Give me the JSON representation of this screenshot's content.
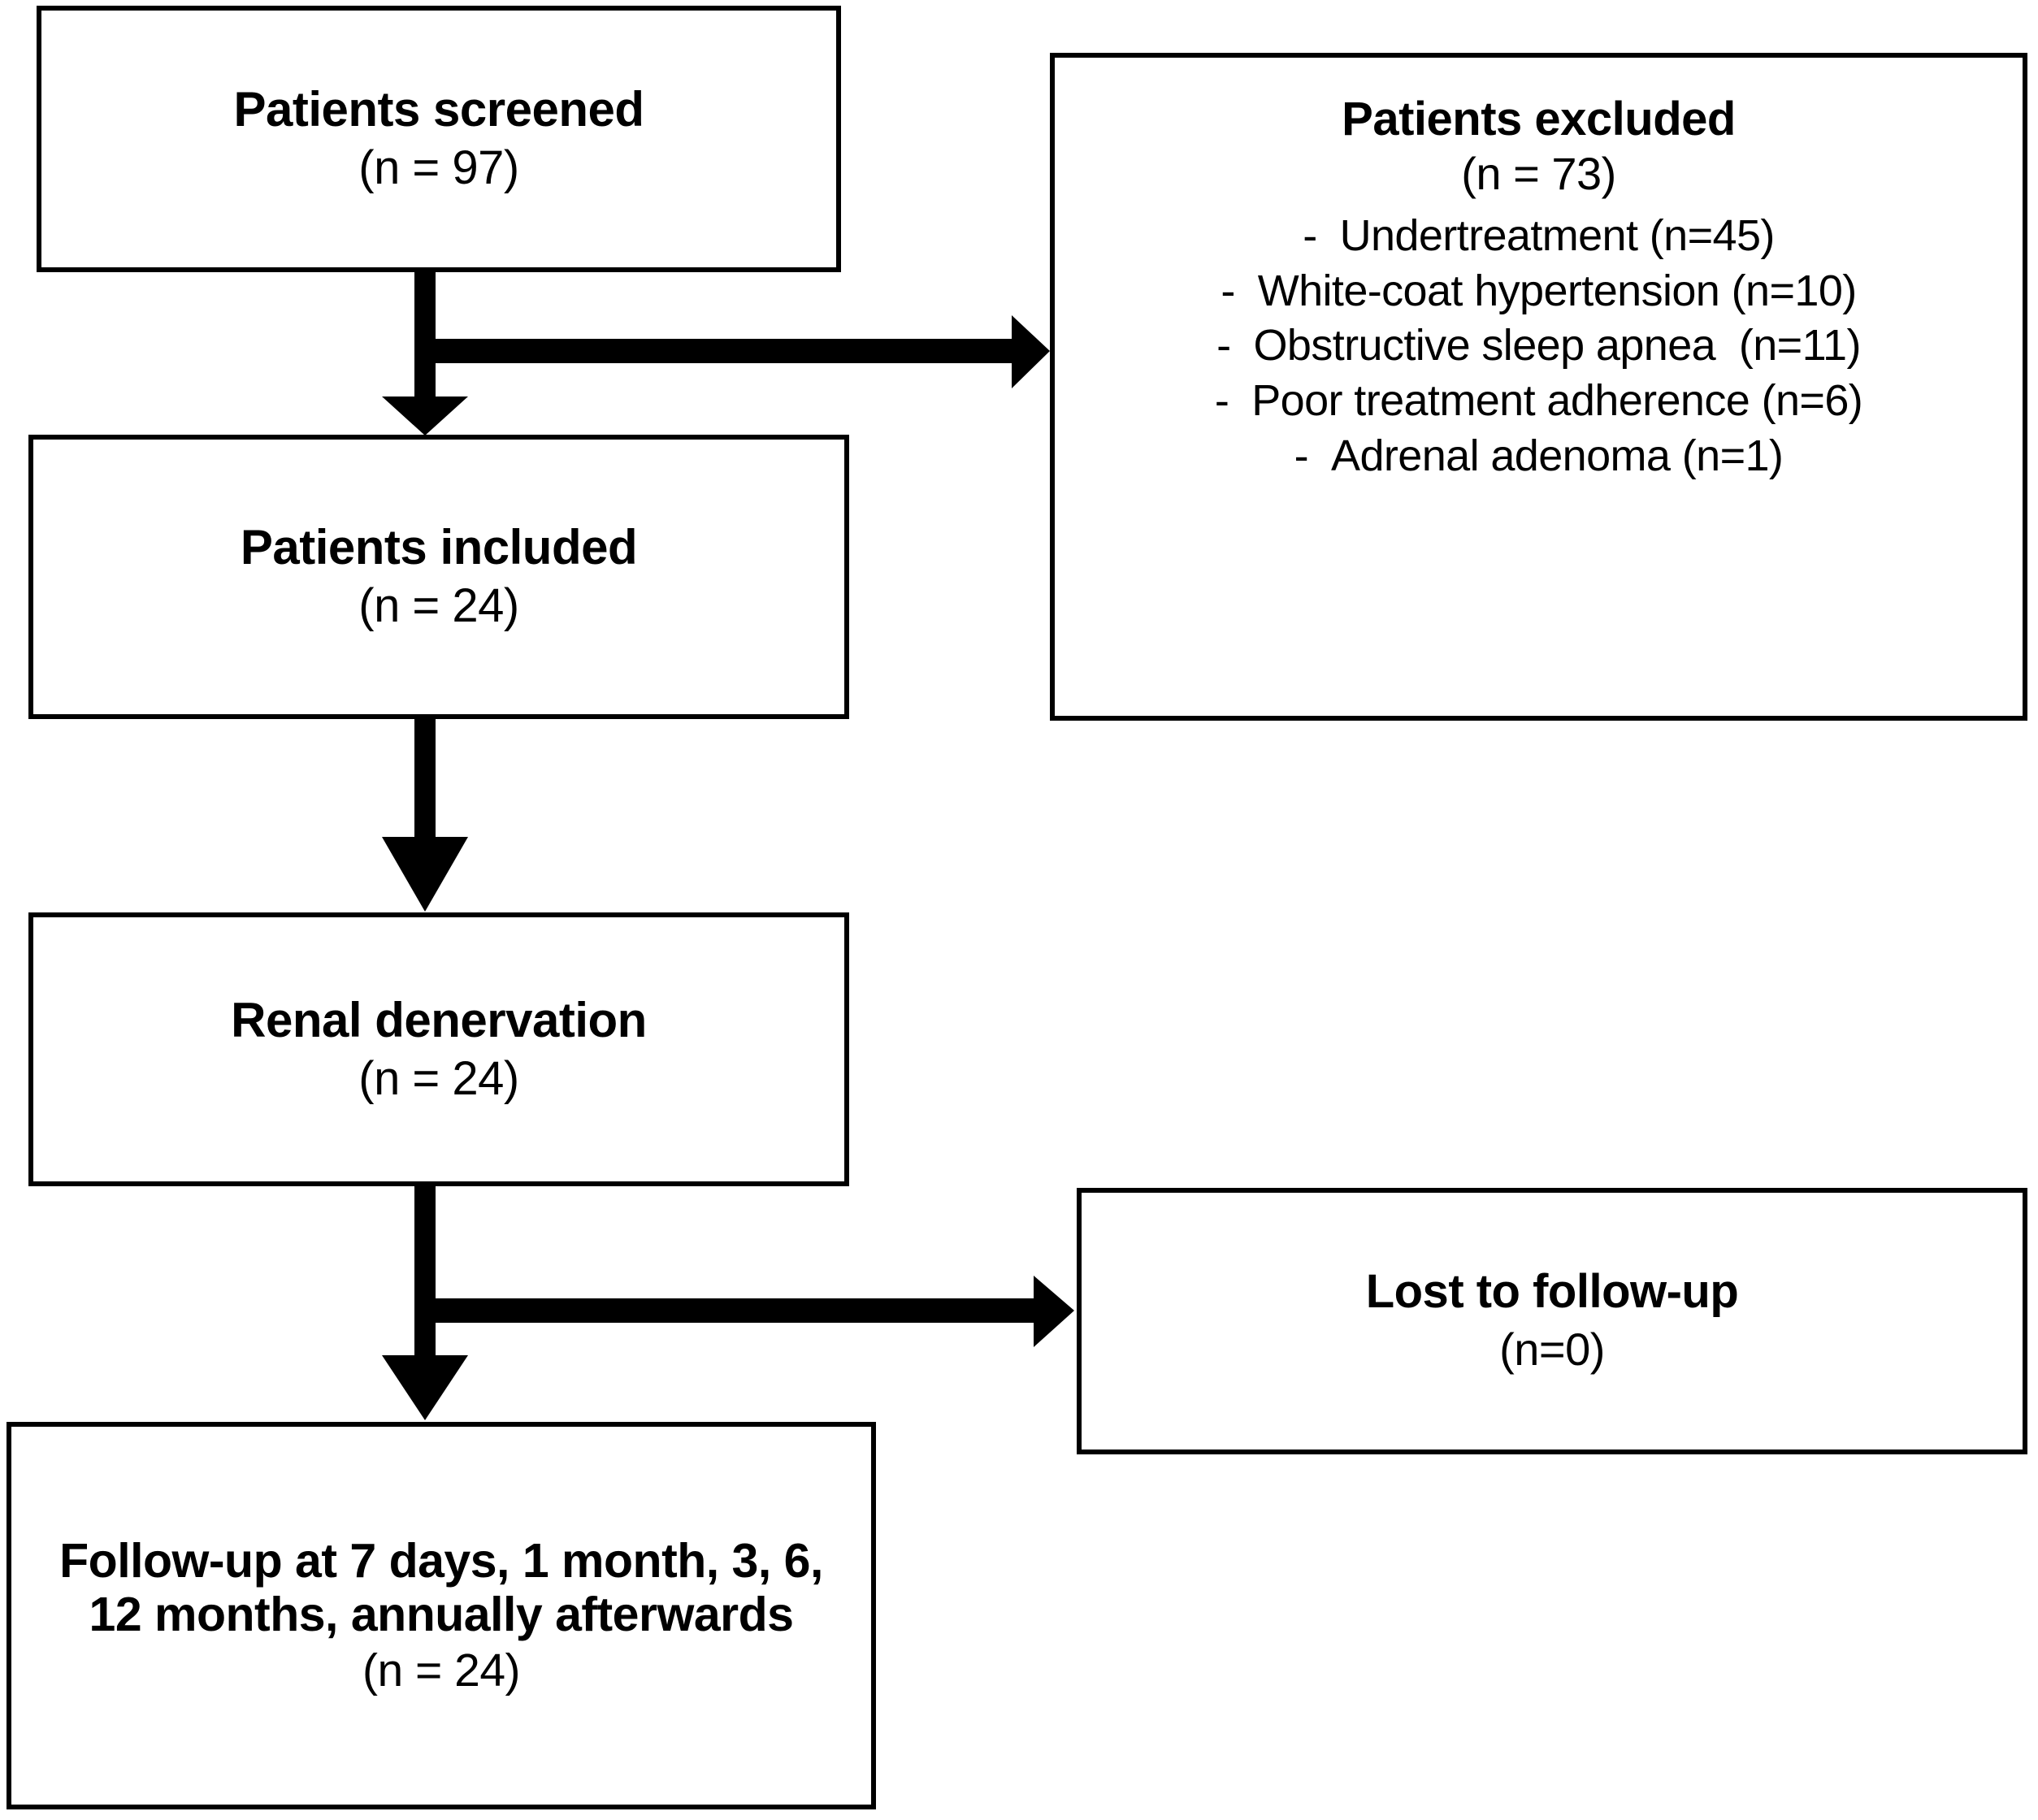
{
  "figure": {
    "type": "flowchart",
    "orientation": "vertical-with-right-branches",
    "background_color": "#ffffff",
    "line_color": "#000000"
  },
  "nodes": {
    "screened": {
      "title": "Patients screened",
      "count": "(n = 97)"
    },
    "included": {
      "title": "Patients included",
      "count": "(n = 24)"
    },
    "denervation": {
      "title": "Renal denervation",
      "count": "(n = 24)"
    },
    "followup": {
      "title": "Follow-up at 7 days, 1 month, 3, 6, 12  months, annually afterwards",
      "count": "(n = 24)"
    },
    "excluded": {
      "title": "Patients excluded",
      "count": "(n = 73)",
      "reasons": [
        {
          "dash": "-",
          "text": "Undertreatment (n=45)"
        },
        {
          "dash": "-",
          "text": "White-coat hypertension (n=10)"
        },
        {
          "dash": "-",
          "text": "Obstructive sleep apnea  (n=11)"
        },
        {
          "dash": "-",
          "text": "Poor treatment adherence (n=6)"
        },
        {
          "dash": "-",
          "text": "Adrenal adenoma (n=1)"
        }
      ]
    },
    "lost": {
      "title": "Lost to follow-up",
      "count": "(n=0)"
    }
  },
  "connectors": [
    {
      "name": "screened-to-included",
      "kind": "arrow-down"
    },
    {
      "name": "screened-to-excluded",
      "kind": "arrow-right"
    },
    {
      "name": "included-to-denervation",
      "kind": "arrow-down"
    },
    {
      "name": "denervation-to-followup",
      "kind": "arrow-down"
    },
    {
      "name": "denervation-to-lost",
      "kind": "arrow-right"
    }
  ]
}
